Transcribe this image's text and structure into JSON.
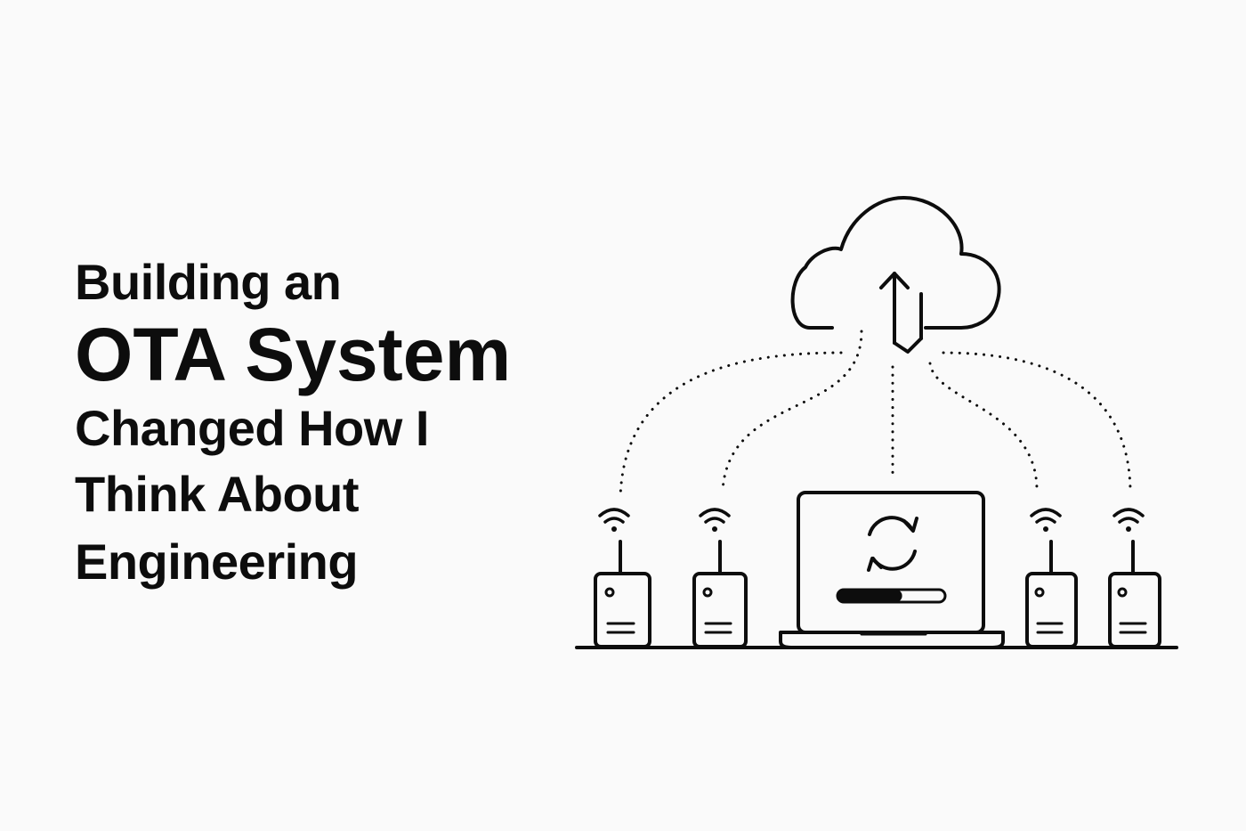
{
  "headline": {
    "line1": "Building an",
    "line2": "OTA System",
    "line3": "Changed How I",
    "line4": "Think About",
    "line5": "Engineering"
  },
  "colors": {
    "background": "#fafafa",
    "ink": "#0d0d0d"
  },
  "illustration": {
    "icons": [
      "cloud-icon",
      "upload-download-arrows-icon",
      "laptop-icon",
      "sync-icon",
      "progress-bar",
      "router-device-icon",
      "wifi-signal-icon"
    ],
    "update_progress": 0.6
  }
}
